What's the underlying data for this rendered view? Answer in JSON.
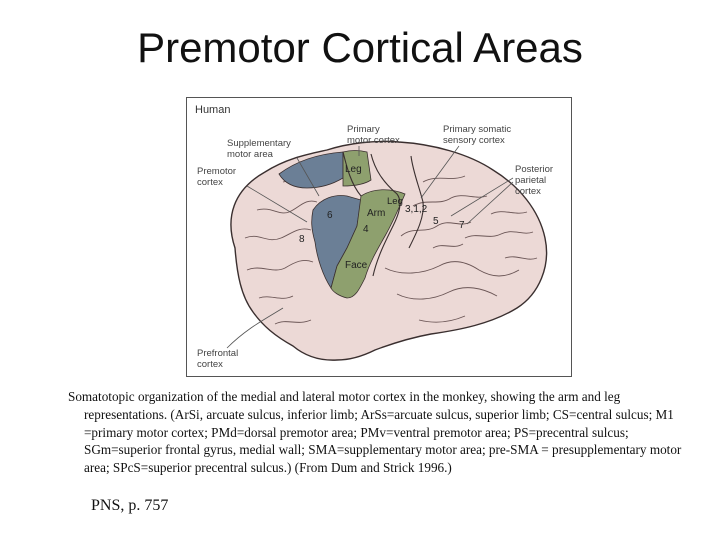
{
  "slide": {
    "title": "Premotor Cortical Areas",
    "caption": "Somatotopic organization of the medial and lateral motor cortex in the monkey, showing the arm and leg representations. (ArSi, arcuate sulcus, inferior limb; ArSs=arcuate sulcus, superior limb; CS=central sulcus; M1 =primary motor cortex; PMd=dorsal premotor area; PMv=ventral premotor area; PS=precentral sulcus; SGm=superior frontal gyrus, medial wall; SMA=supplementary motor area; pre-SMA = presupplementary motor area; SPcS=superior precentral sulcus.) (From Dum and Strick 1996.)",
    "reference": "PNS, p. 757"
  },
  "figure": {
    "species_label": "Human",
    "labels": {
      "supplementary_line1": "Supplementary",
      "supplementary_line2": "motor area",
      "primary_motor_line1": "Primary",
      "primary_motor_line2": "motor cortex",
      "primary_somatic_line1": "Primary somatic",
      "primary_somatic_line2": "sensory cortex",
      "posterior_line1": "Posterior",
      "posterior_line2": "parietal",
      "posterior_line3": "cortex",
      "premotor_line1": "Premotor",
      "premotor_line2": "cortex",
      "prefrontal_line1": "Prefrontal",
      "prefrontal_line2": "cortex"
    },
    "region_labels": {
      "leg_medial": "Leg",
      "leg_lateral": "Leg",
      "arm": "Arm",
      "face": "Face"
    },
    "area_numbers": {
      "a6": "6",
      "a8": "8",
      "a4": "4",
      "a312": "3,1,2",
      "a5": "5",
      "a7": "7"
    },
    "colors": {
      "brain_fill": "#ecd9d6",
      "outline": "#3a2f2f",
      "premotor_blue": "#6b7f96",
      "motor_green": "#8ea06e"
    }
  }
}
